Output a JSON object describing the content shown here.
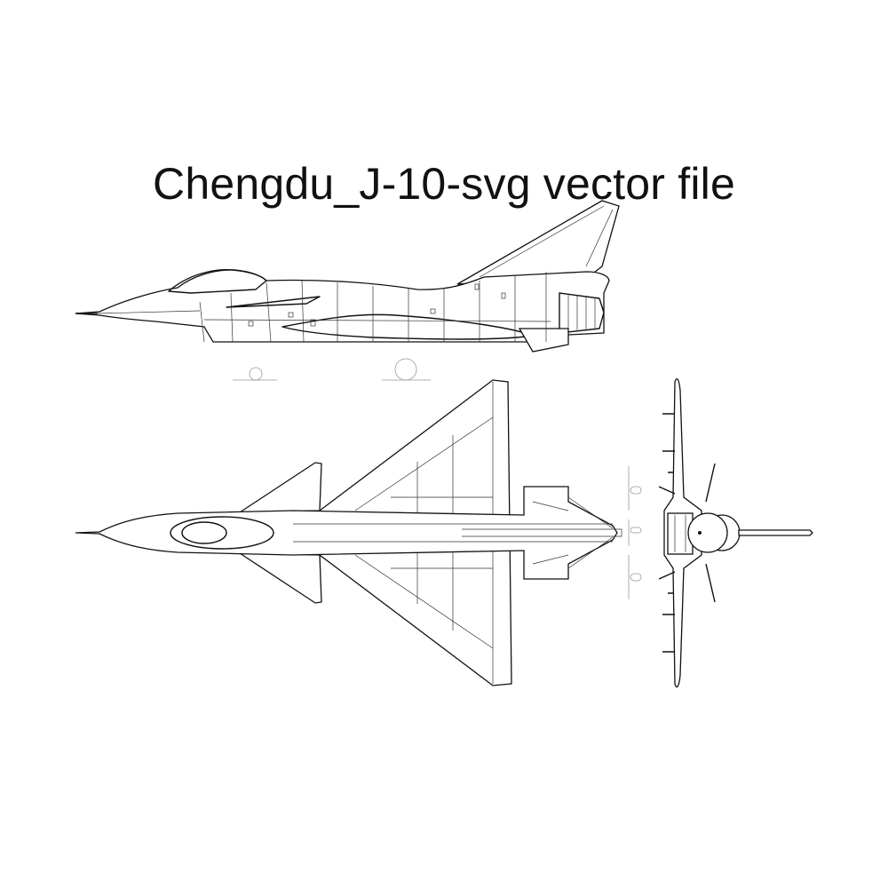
{
  "title": "Chengdu_J-10-svg vector file",
  "colors": {
    "background": "#ffffff",
    "line": "#111111"
  },
  "views": [
    "side-view",
    "top-view",
    "front-view"
  ]
}
